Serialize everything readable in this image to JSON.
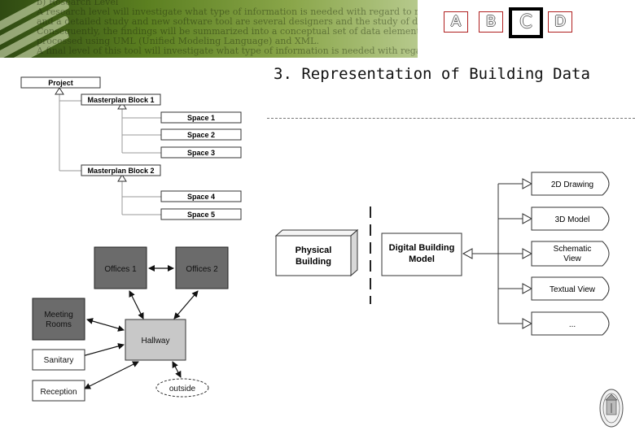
{
  "banner": {
    "ghost_lines": [
      "b) Research Level",
      "A research level will investigate what type of information is needed with regard to ref",
      "and a detailed study and new software tool are several designers and the study of design",
      "Consequently, the findings will be summarized into a conceptual set of data elements, and tra",
      "processed using UML (Unified Modeling Language) and XML.",
      "A final level of this tool will investigate what type of information is needed with regard to refere"
    ]
  },
  "nav_tabs": [
    {
      "label": "A",
      "active": false
    },
    {
      "label": "B",
      "active": false
    },
    {
      "label": "C",
      "active": true
    },
    {
      "label": "D",
      "active": false
    }
  ],
  "title": "3. Representation of Building Data",
  "hierarchy": {
    "root": "Project",
    "blocks": [
      {
        "label": "Masterplan Block 1",
        "spaces": [
          "Space 1",
          "Space 2",
          "Space 3"
        ]
      },
      {
        "label": "Masterplan Block 2",
        "spaces": [
          "Space 4",
          "Space 5"
        ]
      }
    ]
  },
  "floorplan": {
    "rooms": {
      "offices1": "Offices 1",
      "offices2": "Offices 2",
      "meeting": "Meeting Rooms",
      "hallway": "Hallway",
      "sanitary": "Sanitary",
      "reception": "Reception",
      "outside": "outside"
    }
  },
  "model_flow": {
    "physical": "Physical Building",
    "digital": "Digital Building Model",
    "views": [
      "2D Drawing",
      "3D Model",
      "Schematic View",
      "Textual View",
      "..."
    ]
  },
  "colors": {
    "dark_room": "#6b6b6b",
    "light_room": "#c8c8c8",
    "accent_red": "#b02020"
  },
  "logo": "university-seal-icon"
}
